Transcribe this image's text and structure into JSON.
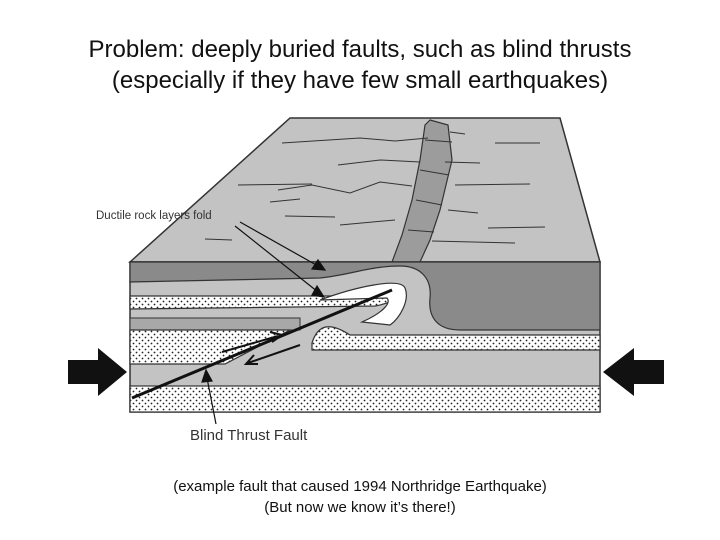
{
  "slide": {
    "title_line1": "Problem: deeply buried faults, such as blind thrusts",
    "title_line2": "(especially if they have few small earthquakes)",
    "caption_line1": "(example fault that caused 1994 Northridge Earthquake)",
    "caption_line2": "(But now we know it’s there!)"
  },
  "diagram": {
    "label_ductile": "Ductile rock layers fold",
    "label_fault": "Blind Thrust Fault"
  }
}
